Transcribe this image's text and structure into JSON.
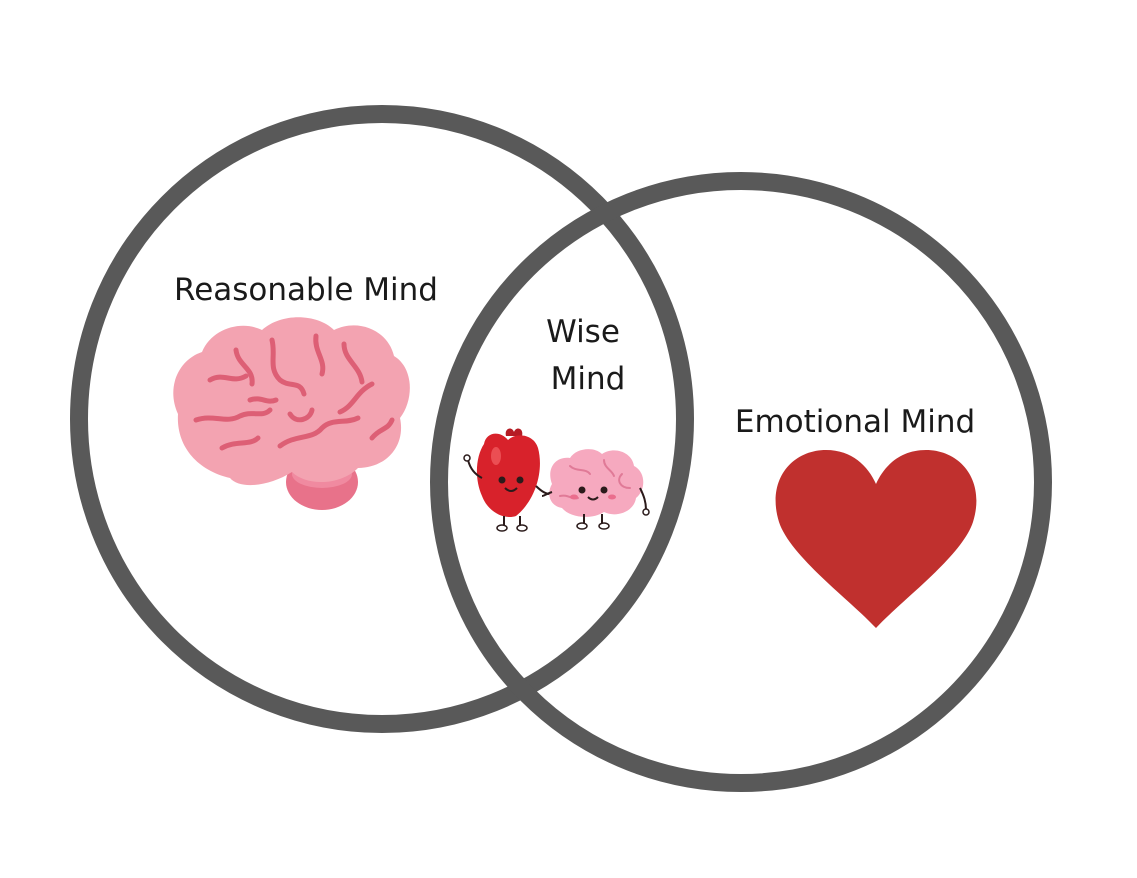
{
  "diagram": {
    "type": "venn",
    "sets": [
      {
        "id": "reasonable",
        "label": "Reasonable Mind",
        "icon": "brain-icon"
      },
      {
        "id": "emotional",
        "label": "Emotional Mind",
        "icon": "heart-icon"
      }
    ],
    "intersection": {
      "label_line1": "Wise",
      "label_line2": "Mind",
      "icon": "heart-and-brain-holding-hands-illustration"
    }
  },
  "colors": {
    "circle_stroke": "#595959",
    "brain_main": "#f3a3b1",
    "brain_lines": "#dd5f75",
    "brain_stem": "#e8728a",
    "heart": "#c0302e",
    "cartoon_heart": "#d8222b",
    "cartoon_brain": "#f6a9bf"
  }
}
